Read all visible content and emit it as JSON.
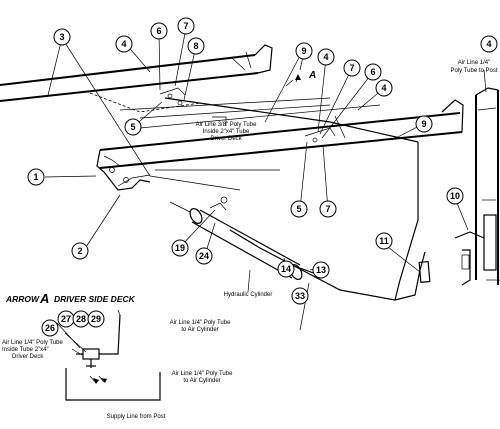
{
  "callouts": {
    "c1": "1",
    "c2": "2",
    "c3": "3",
    "c4a": "4",
    "c4b": "4",
    "c4c": "4",
    "c4d": "4",
    "c5a": "5",
    "c5b": "5",
    "c6a": "6",
    "c6b": "6",
    "c7a": "7",
    "c7b": "7",
    "c7c": "7",
    "c8": "8",
    "c9a": "9",
    "c9b": "9",
    "c10": "10",
    "c11": "11",
    "c13": "13",
    "c14": "14",
    "c19": "19",
    "c24": "24",
    "c26": "26",
    "c27": "27",
    "c28": "28",
    "c29": "29",
    "c33": "33"
  },
  "labels": {
    "poly38_l1": "Air Line 3/8\" Poly Tube",
    "poly38_l2": "Inside 2\"x4\" Tube",
    "poly38_l3": "Driver Deck",
    "post_l1": "Air Line 1/4\"",
    "post_l2": "Poly Tube to Post",
    "hydraulic": "Hydraulic Cylinder",
    "inset_cyl_l1": "Air Line 1/4\" Poly Tube",
    "inset_cyl_l2": "to Air Cylinder",
    "inset_deck_l1": "Air Line 1/4\" Poly Tube",
    "inset_deck_l2": "Inside Tube 2\"x4\"",
    "inset_deck_l3": "Driver Deck",
    "inset_bot_l1": "Air Line 1/4\" Poly Tube",
    "inset_bot_l2": "to Air Cylinder",
    "supply": "Supply Line from Post",
    "arrow_letter": "A"
  },
  "title": {
    "prefix": "ARROW",
    "letter": "A",
    "suffix": "DRIVER SIDE DECK"
  }
}
